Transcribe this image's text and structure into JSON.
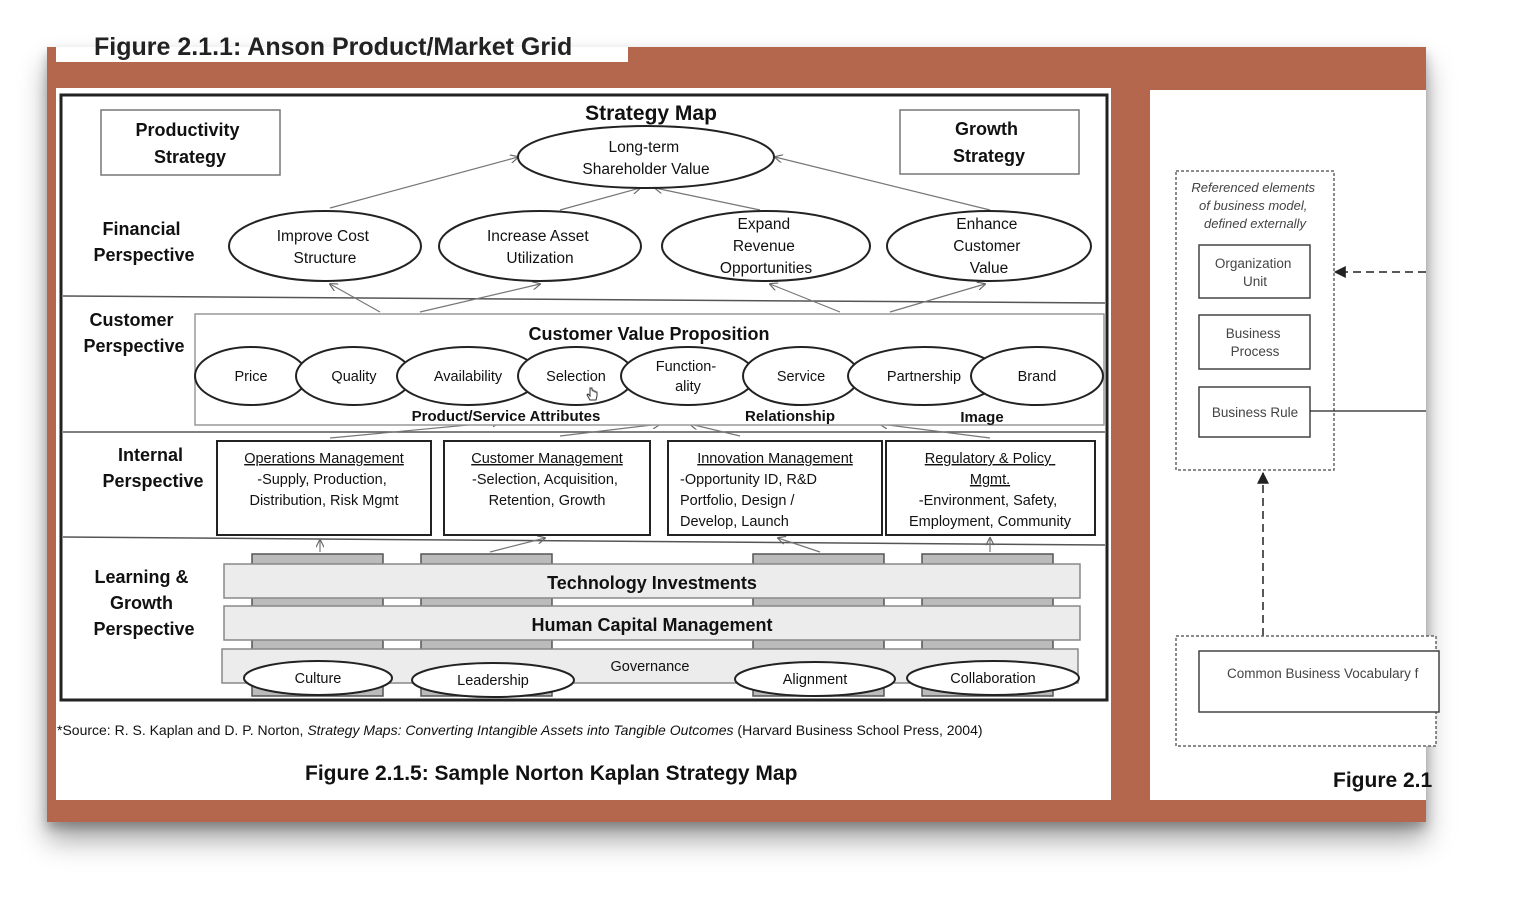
{
  "page_title_fragment": "Figure 2.1.1: Anson Product/Market Grid",
  "strategy_map": {
    "title": "Strategy Map",
    "productivity_strategy": [
      "Productivity",
      "Strategy"
    ],
    "growth_strategy": [
      "Growth",
      "Strategy"
    ],
    "shareholder_value": [
      "Long-term",
      "Shareholder Value"
    ],
    "perspectives": {
      "financial": [
        "Financial",
        "Perspective"
      ],
      "customer": [
        "Customer",
        "Perspective"
      ],
      "internal": [
        "Internal",
        "Perspective"
      ],
      "learning": [
        "Learning &",
        "Growth",
        "Perspective"
      ]
    },
    "financial_items": [
      [
        "Improve Cost",
        "Structure"
      ],
      [
        "Increase Asset",
        "Utilization"
      ],
      [
        "Expand",
        "Revenue",
        "Opportunities"
      ],
      [
        "Enhance",
        "Customer",
        "Value"
      ]
    ],
    "customer_value_proposition": "Customer Value Proposition",
    "customer_attributes": [
      "Price",
      "Quality",
      "Availability",
      "Selection",
      [
        "Function-",
        "ality"
      ],
      "Service",
      "Partnership",
      "Brand"
    ],
    "attribute_groups": [
      "Product/Service Attributes",
      "Relationship",
      "Image"
    ],
    "internal_items": [
      {
        "title": [
          "Operations Management"
        ],
        "body": [
          "-Supply, Production,",
          "Distribution, Risk Mgmt"
        ]
      },
      {
        "title": [
          "Customer Management"
        ],
        "body": [
          "-Selection, Acquisition,",
          "Retention, Growth"
        ]
      },
      {
        "title": [
          "Innovation Management"
        ],
        "body": [
          "-Opportunity ID, R&D",
          "Portfolio, Design /",
          "Develop, Launch"
        ]
      },
      {
        "title": [
          "Regulatory & Policy",
          "Mgmt."
        ],
        "body": [
          "-Environment, Safety,",
          "Employment, Community"
        ]
      }
    ],
    "learning_bars": [
      "Technology Investments",
      "Human Capital Management",
      "Governance"
    ],
    "learning_items": [
      "Culture",
      "Leadership",
      "Alignment",
      "Collaboration"
    ]
  },
  "source_note": {
    "prefix": "*Source: R. S. Kaplan and D. P. Norton, ",
    "title": "Strategy Maps: Converting Intangible Assets into Tangible Outcomes",
    "suffix": " (Harvard Business School Press, 2004)"
  },
  "figure_caption": "Figure 2.1.5: Sample Norton Kaplan Strategy Map",
  "right_panel": {
    "referenced_note": [
      "Referenced elements",
      "of business model,",
      "defined externally"
    ],
    "boxes": [
      [
        "Organization",
        "Unit"
      ],
      [
        "Business",
        "Process"
      ],
      [
        "Business Rule"
      ]
    ],
    "vocabulary": "Common Business Vocabulary f",
    "caption": "Figure 2.1"
  },
  "colors": {
    "frame": "#b5674e",
    "bar_fill": "#ececec",
    "ink": "#111111"
  }
}
